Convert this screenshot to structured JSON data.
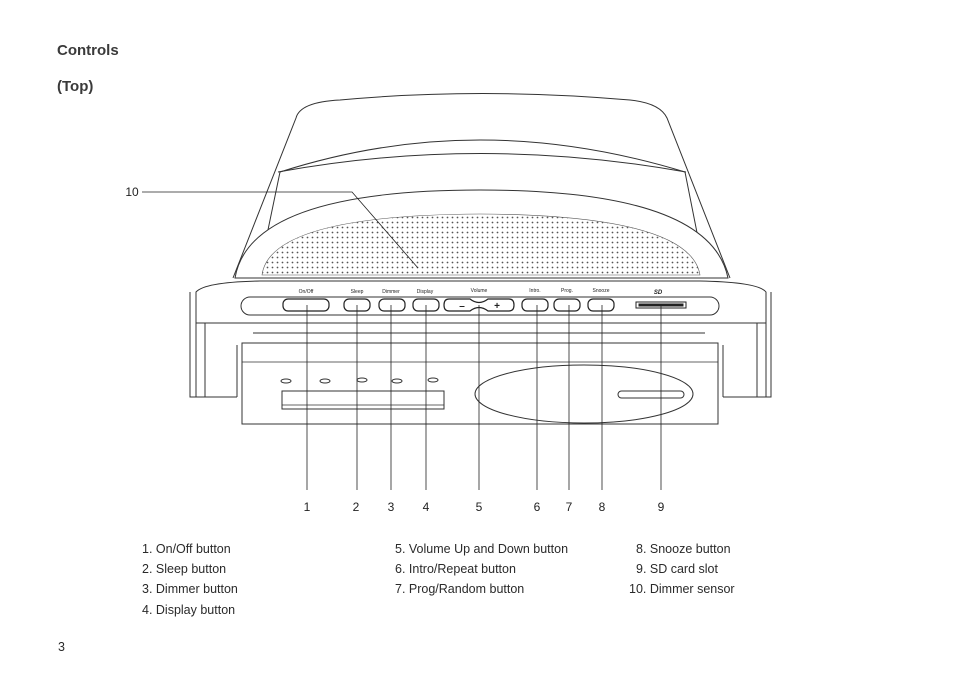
{
  "page": {
    "heading": "Controls",
    "subheading": "(Top)",
    "page_number": "3"
  },
  "device_labels": {
    "onoff": "On/Off",
    "sleep": "Sleep",
    "dimmer": "Dimmer",
    "display": "Display",
    "volume": "Volume",
    "vol_minus": "–",
    "vol_plus": "+",
    "intro": "Intro.",
    "prog": "Prog.",
    "snooze": "Snooze",
    "sd": "SD"
  },
  "callouts": [
    "1",
    "2",
    "3",
    "4",
    "5",
    "6",
    "7",
    "8",
    "9",
    "10"
  ],
  "legend": [
    "1. On/Off button",
    "2. Sleep button",
    "3. Dimmer button",
    "4. Display button",
    "5. Volume Up and Down button",
    "6. Intro/Repeat button",
    "7. Prog/Random button",
    "8. Snooze button",
    "9. SD card slot",
    "10. Dimmer sensor"
  ]
}
